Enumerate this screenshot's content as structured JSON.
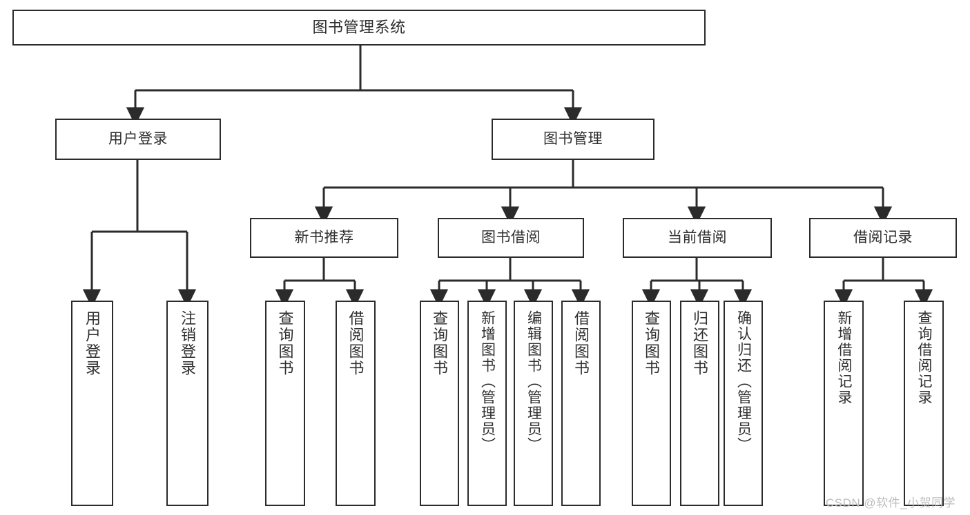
{
  "diagram": {
    "title": "图书管理系统",
    "type": "function-structure-tree",
    "line_color": "#2b2b2b",
    "box_fill": "#ffffff",
    "text_color": "#2f2f2f",
    "watermark_color": "#bdbdbd"
  },
  "watermark": {
    "text": "CSDN @软件_小贺同学"
  },
  "nodes": {
    "root": {
      "label": "图书管理系统",
      "level": 0
    },
    "l1": [
      {
        "id": "user_login",
        "label": "用户登录",
        "level": 1
      },
      {
        "id": "book_mgmt",
        "label": "图书管理",
        "level": 1
      }
    ],
    "l2": [
      {
        "id": "new_book_rec",
        "label": "新书推荐",
        "level": 2,
        "parent": "book_mgmt"
      },
      {
        "id": "book_borrow",
        "label": "图书借阅",
        "level": 2,
        "parent": "book_mgmt"
      },
      {
        "id": "current_borrow",
        "label": "当前借阅",
        "level": 2,
        "parent": "book_mgmt"
      },
      {
        "id": "borrow_record",
        "label": "借阅记录",
        "level": 2,
        "parent": "book_mgmt"
      }
    ],
    "leaves": [
      {
        "id": "leaf_user_login",
        "label": "用户登录",
        "parent": "user_login"
      },
      {
        "id": "leaf_user_logout",
        "label": "注销登录",
        "parent": "user_login"
      },
      {
        "id": "leaf_nb_query",
        "label": "查询图书",
        "parent": "new_book_rec"
      },
      {
        "id": "leaf_nb_borrow",
        "label": "借阅图书",
        "parent": "new_book_rec"
      },
      {
        "id": "leaf_bb_query",
        "label": "查询图书",
        "parent": "book_borrow"
      },
      {
        "id": "leaf_bb_add",
        "label": "新增图书（管理员）",
        "parent": "book_borrow"
      },
      {
        "id": "leaf_bb_edit",
        "label": "编辑图书（管理员）",
        "parent": "book_borrow"
      },
      {
        "id": "leaf_bb_borrow",
        "label": "借阅图书",
        "parent": "book_borrow"
      },
      {
        "id": "leaf_cb_query",
        "label": "查询图书",
        "parent": "current_borrow"
      },
      {
        "id": "leaf_cb_return",
        "label": "归还图书",
        "parent": "current_borrow"
      },
      {
        "id": "leaf_cb_confirm",
        "label": "确认归还（管理员）",
        "parent": "current_borrow"
      },
      {
        "id": "leaf_br_add",
        "label": "新增借阅记录",
        "parent": "borrow_record"
      },
      {
        "id": "leaf_br_query",
        "label": "查询借阅记录",
        "parent": "borrow_record"
      }
    ]
  }
}
